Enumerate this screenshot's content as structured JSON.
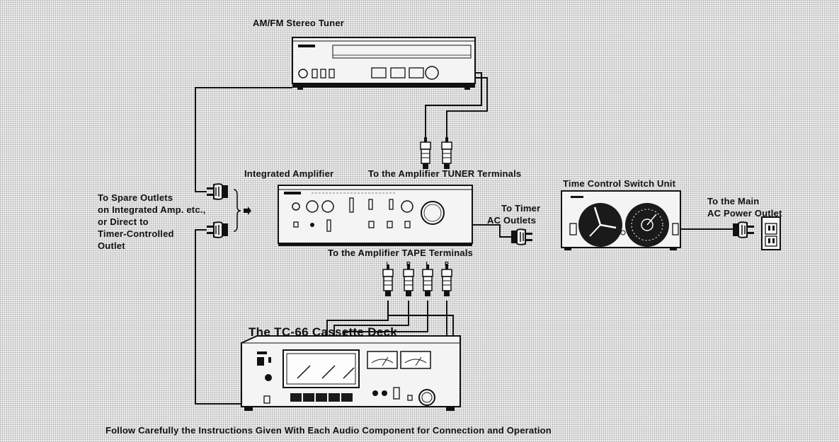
{
  "labels": {
    "tuner": "AM/FM Stereo Tuner",
    "amplifier": "Integrated Amplifier",
    "tuner_terminals": "To the Amplifier TUNER Terminals",
    "timer_unit": "Time Control Switch Unit",
    "main_outlet": [
      "To the Main",
      "AC Power Outlet"
    ],
    "timer_outlets": [
      "To Timer",
      "AC Outlets"
    ],
    "spare_outlets": [
      "To Spare Outlets",
      "on Integrated Amp. etc.,",
      "or Direct to",
      "Timer-Controlled",
      "Outlet"
    ],
    "tape_terminals": "To the Amplifier TAPE Terminals",
    "deck_title": "The TC-66 Cassette Deck",
    "footer": "Follow Carefully the Instructions Given With Each Audio Component for Connection and Operation"
  },
  "plug_pins": {
    "tape": [
      "L",
      "R",
      "L",
      "R"
    ]
  },
  "colors": {
    "background": "#eeeeee",
    "ink": "#111111",
    "panel_light": "#f4f4f4",
    "panel_dark": "#1a1a1a"
  },
  "icons": [
    "ac-plug-icon",
    "rca-plug-icon",
    "wall-socket-icon",
    "clock-dial-icon",
    "arrow-right-icon"
  ]
}
